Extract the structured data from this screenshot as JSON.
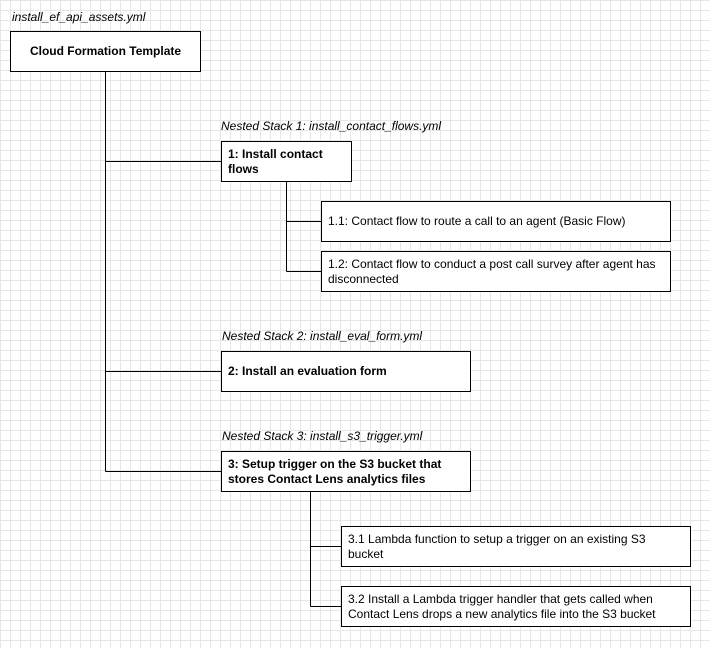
{
  "root": {
    "file_label": "install_ef_api_assets.yml",
    "title": "Cloud Formation Template"
  },
  "stacks": [
    {
      "label": "Nested Stack 1: install_contact_flows.yml",
      "title": "1: Install contact flows",
      "children": [
        "1.1: Contact flow to route a call to an agent (Basic Flow)",
        "1.2: Contact flow to conduct a post call survey after agent has disconnected"
      ]
    },
    {
      "label": "Nested Stack 2: install_eval_form.yml",
      "title": "2: Install an evaluation form",
      "children": []
    },
    {
      "label": "Nested Stack 3: install_s3_trigger.yml",
      "title": "3: Setup trigger on the S3 bucket that stores Contact Lens analytics files",
      "children": [
        "3.1 Lambda function to setup a trigger on an existing S3 bucket",
        "3.2 Install a Lambda trigger handler that gets called when Contact Lens drops a new analytics file into the S3 bucket"
      ]
    }
  ]
}
